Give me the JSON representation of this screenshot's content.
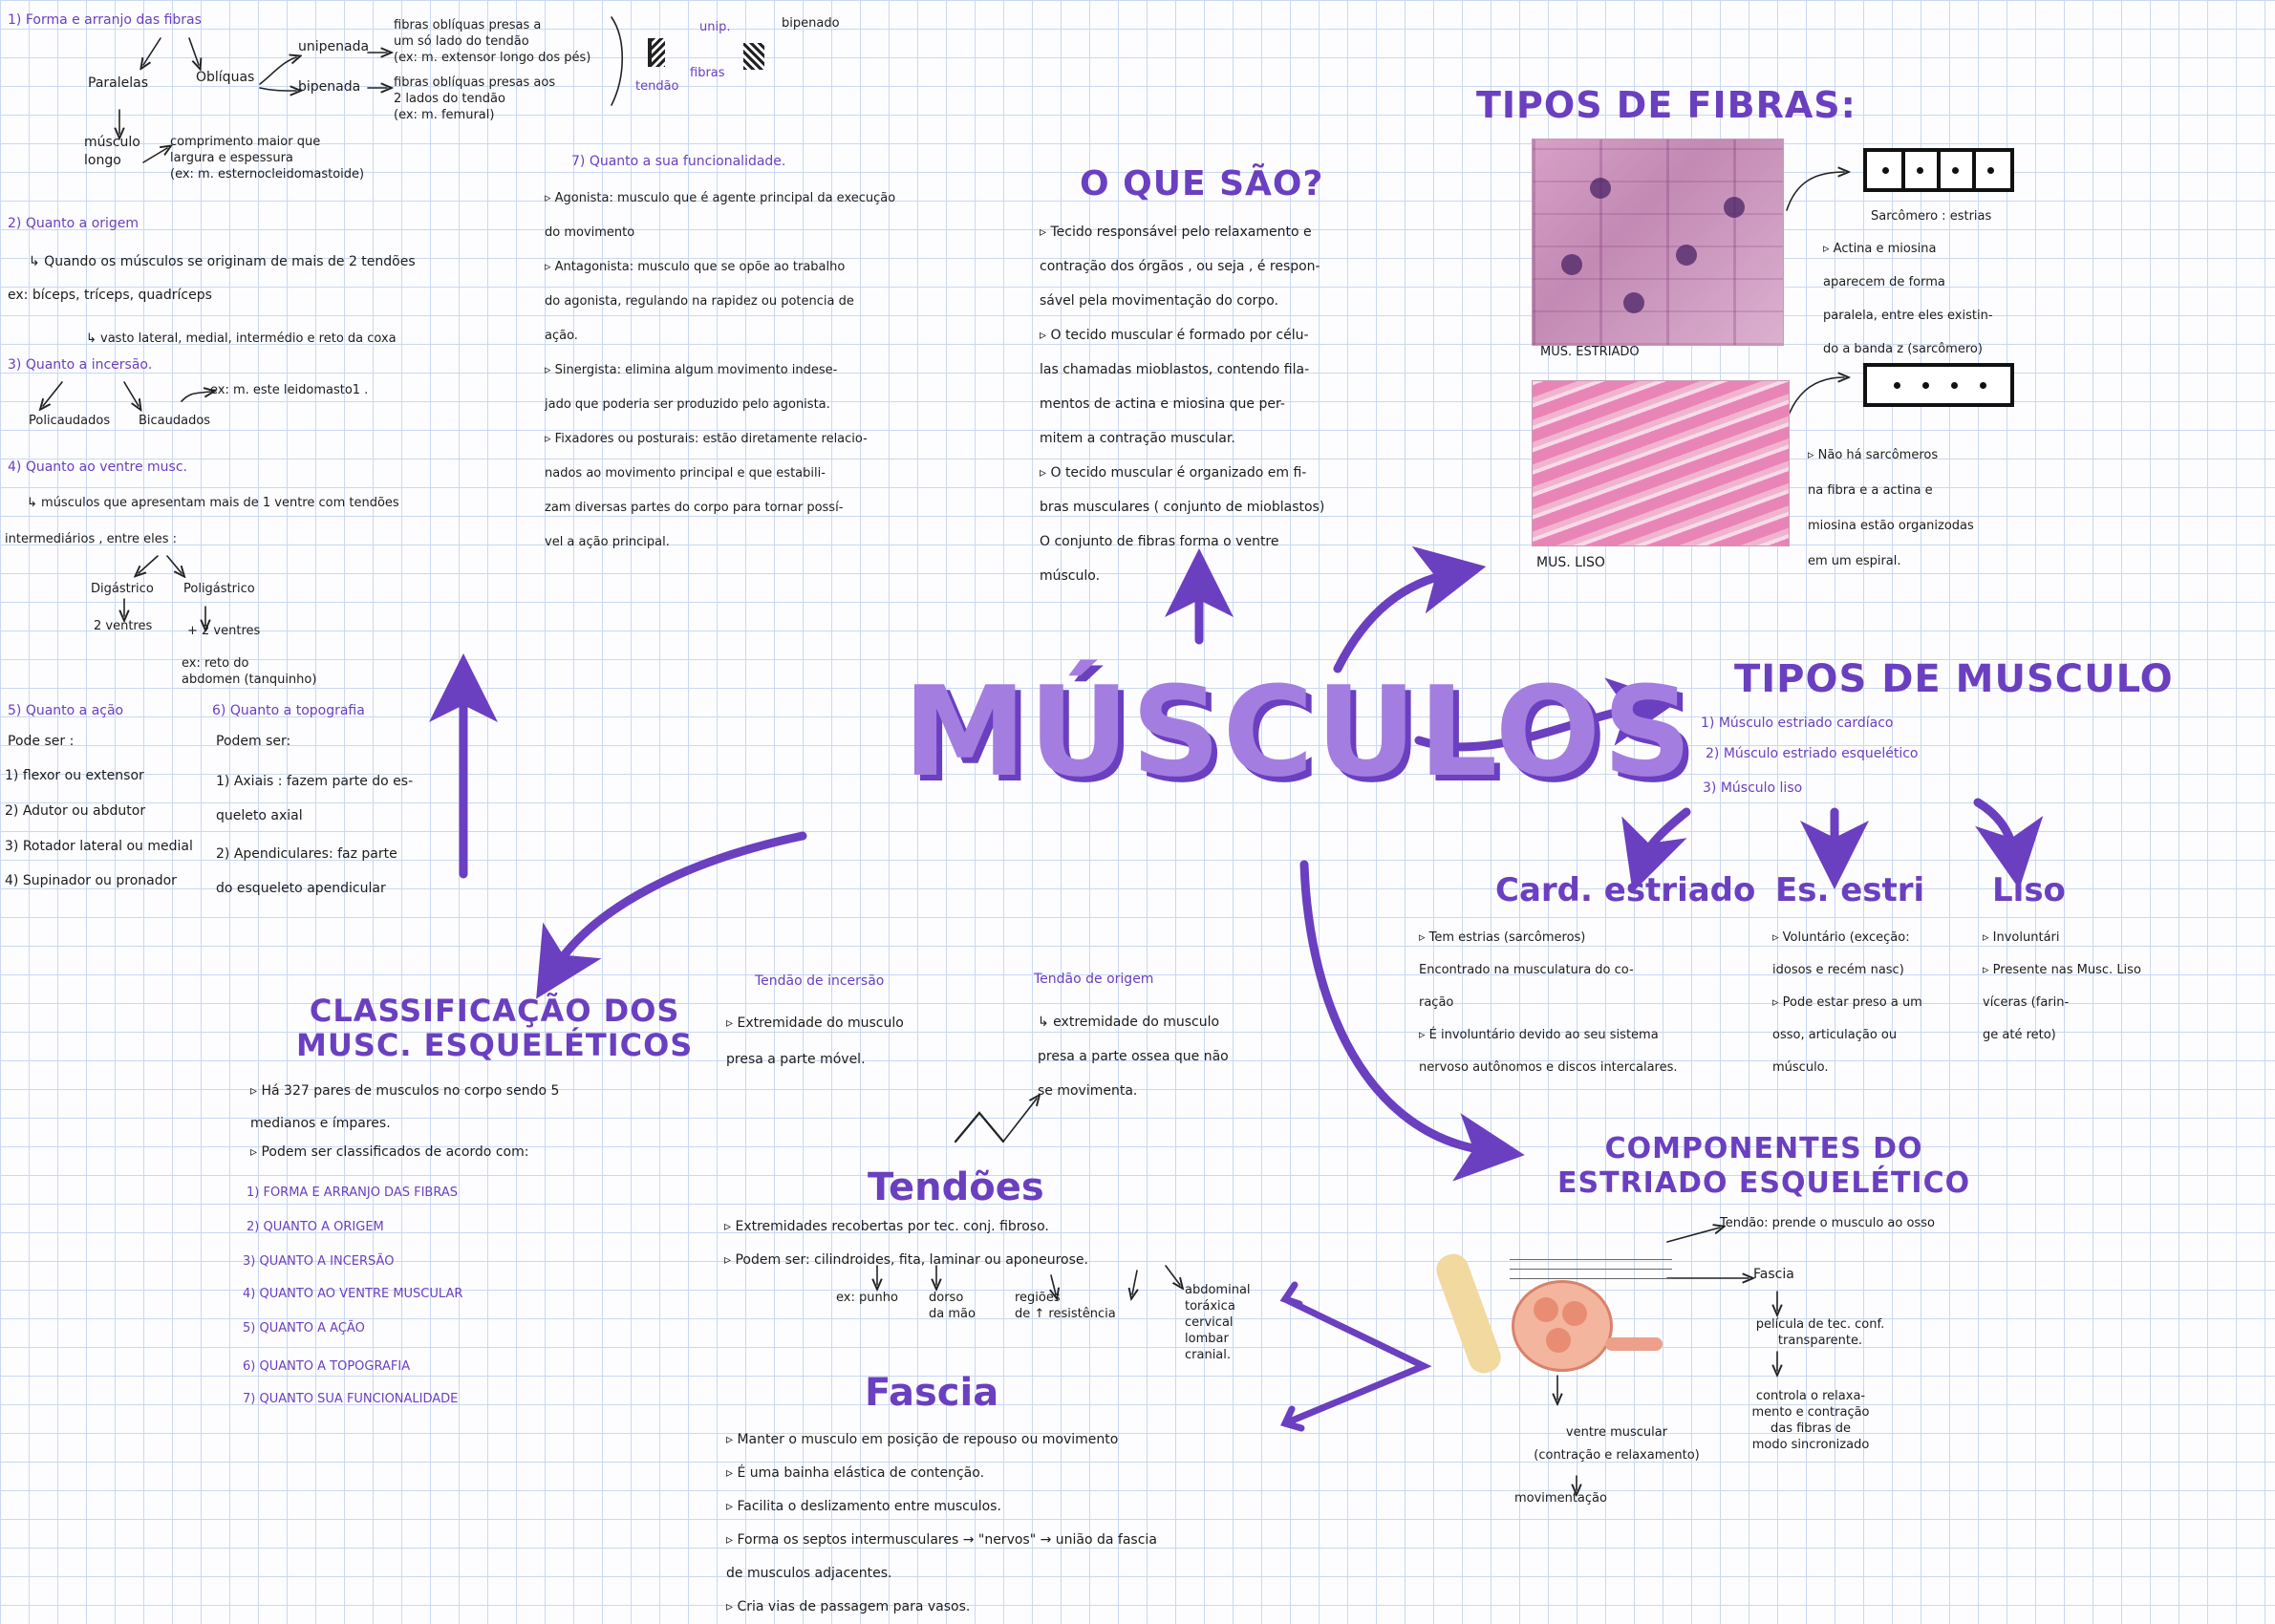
{
  "center": {
    "title": "MÚSCULOS"
  },
  "left_notes": {
    "forma": {
      "heading": "1) Forma e arranjo das fibras",
      "paralelas": "Paralelas",
      "obliquas": "Oblíquas",
      "unipenada": "unipenada",
      "bipenada": "bipenada",
      "unipenada_desc": "fibras oblíquas presas a\num só lado do tendão\n(ex: m. extensor longo dos pés)",
      "bipenada_desc": "fibras oblíquas presas aos\n2 lados do tendão\n(ex: m. femural)",
      "musculo_longo": "músculo\nlongo",
      "comprimento": "comprimento maior que\nlargura e espessura\n(ex: m. esternocleidomastoide)",
      "diagram_unip": "unip.",
      "diagram_bipenado": "bipenado",
      "diagram_fibras": "fibras",
      "diagram_tendao": "tendão"
    },
    "origem": {
      "heading": "2) Quanto a origem",
      "text": "↳ Quando os músculos se originam de mais de 2 tendões",
      "ex": "ex: bíceps, tríceps, quadríceps",
      "vasto": "↳ vasto lateral, medial, intermédio e reto da coxa"
    },
    "insercao": {
      "heading": "3) Quanto a incersão.",
      "ex": "ex: m. este   leidomasto1  .",
      "poli": "Policaudados",
      "bica": "Bicaudados"
    },
    "ventre": {
      "heading": "4) Quanto ao ventre musc.",
      "text": "↳ músculos que apresentam mais de 1 ventre com tendões",
      "text2": "intermediários , entre eles :",
      "digastrico": "Digástrico",
      "digastrico_sub": "2 ventres",
      "poligastrico": "Poligástrico",
      "poligastrico_sub": "+ 2 ventres",
      "poligastrico_ex": "ex: reto do\nabdomen (tanquinho)"
    },
    "acao": {
      "heading": "5) Quanto a ação",
      "pode": "Pode ser :",
      "items": [
        "1) flexor ou extensor",
        "2) Adutor ou abdutor",
        "3) Rotador lateral ou medial",
        "4) Supinador ou pronador"
      ]
    },
    "topografia": {
      "heading": "6) Quanto a topografia",
      "pode": "Podem ser:",
      "axiais": "1) Axiais : fazem parte do es-\nqueleto axial",
      "apendiculares": "2) Apendiculares: faz parte\ndo esqueleto apendicular"
    }
  },
  "funcionalidade": {
    "heading": "7) Quanto a sua funcionalidade.",
    "text": "▹ Agonista: musculo que é agente principal da execução\ndo movimento\n▹ Antagonista: musculo que se opõe ao trabalho\ndo agonista, regulando na rapidez ou potencia de\nação.\n▹ Sinergista: elimina algum movimento indese-\njado que poderia ser produzido pelo agonista.\n▹ Fixadores ou posturais: estão diretamente relacio-\nnados ao movimento principal e que estabili-\n     zam diversas partes do corpo para tornar possí-\nvel a ação principal."
  },
  "oque": {
    "heading": "O QUE SÃO?",
    "text": "▹ Tecido responsável pelo relaxamento e\ncontração dos órgãos , ou seja , é respon-\nsável pela movimentação do corpo.\n▹ O tecido muscular é formado por célu-\nlas chamadas mioblastos, contendo fila-\nmentos de actina e miosina que per-\nmitem a contração muscular.\n▹ O tecido muscular é organizado em fi-\nbras musculares ( conjunto de mioblastos)\nO conjunto de fibras forma o ventre\nmúsculo."
  },
  "tipos_fibras": {
    "heading": "TIPOS DE FIBRAS:",
    "img1_label": "MUS. ESTRIADO",
    "img2_label": "MUS. LISO",
    "sarcomero_label": "Sarcômero : estrias",
    "estriado_text": "▹ Actina e miosina\naparecem de forma\nparalela, entre eles existin-\ndo a banda z (sarcômero)",
    "liso_text": "▹ Não há sarcômeros\nna fibra e a actina e\nmiosina estão organizodas\nem um espiral."
  },
  "tipos_musculo": {
    "heading": "TIPOS DE MUSCULO",
    "items": [
      "1) Músculo estriado cardíaco",
      "2) Músculo estriado esquelético",
      "3) Músculo liso"
    ],
    "card": {
      "title": "Card. estriado",
      "text": "▹ Tem estrias (sarcômeros)\n  Encontrado na musculatura do co-\nração\n▹ É involuntário devido ao seu sistema\nnervoso autônomos e discos intercalares."
    },
    "esq": {
      "title": "Es. estri",
      "text": "▹ Voluntário (exceção:\n idosos e recém nasc)\n▹ Pode estar preso a um\n osso, articulação ou\n músculo."
    },
    "liso": {
      "title": "Liso",
      "text": "▹ Involuntári\n▹ Presente nas Musc. Liso\n víceras (farin-\n ge até reto)"
    }
  },
  "classificacao": {
    "heading": "CLASSIFICAÇÃO DOS\nMUSC. ESQUELÉTICOS",
    "text1": "▹ Há 327 pares de musculos no corpo sendo 5\nmedianos e ímpares.",
    "text2": "▹ Podem ser classificados de acordo com:",
    "items": [
      "1) FORMA E ARRANJO DAS FIBRAS",
      "2) QUANTO A ORIGEM",
      "3) QUANTO A INCERSÃO",
      "4) QUANTO AO VENTRE MUSCULAR",
      "5) QUANTO A AÇÃO",
      "6) QUANTO A TOPOGRAFIA",
      "7) QUANTO SUA FUNCIONALIDADE"
    ]
  },
  "tendoes": {
    "insercao_title": "Tendão de incersão",
    "insercao_text": "▹ Extremidade do musculo\npresa a parte móvel.",
    "origem_title": "Tendão de origem",
    "origem_text": "↳ extremidade do musculo\npresa a parte ossea que não\nse movimenta.",
    "heading": "Tendões",
    "text1": "▹ Extremidades recobertas por tec. conj. fibroso.",
    "text2": "▹ Podem ser: cilindroides, fita, laminar ou aponeurose.",
    "ex": "ex: punho",
    "dorso": "dorso\nda mão",
    "regioes": "regiões\nde ↑ resistência",
    "aponeurose_list": "abdominal\ntoráxica\ncervical\nlombar\ncranial."
  },
  "fascia": {
    "heading": "Fascia",
    "text": "▹ Manter o musculo em posição de repouso ou movimento\n▹ É uma bainha elástica de contenção.\n▹ Facilita o deslizamento entre musculos.\n▹ Forma os septos intermusculares → \"nervos\" → união da fascia\n  de musculos adjacentes.\n▹ Cria vias de passagem para vasos."
  },
  "componentes": {
    "heading": "COMPONENTES DO\nESTRIADO ESQUELÉTICO",
    "tendao": "Tendão: prende o musculo ao osso",
    "fascia": "Fascia",
    "pelicula": "película de tec. conf.\ntransparente.",
    "controla": "controla o relaxa-\nmento e contração\ndas fibras de\nmodo sincronizado",
    "ventre": "ventre muscular\n(contração e relaxamento)",
    "movimentacao": "movimentação"
  },
  "colors": {
    "accent": "#6a3fc0",
    "title_light": "#a37ee0"
  }
}
